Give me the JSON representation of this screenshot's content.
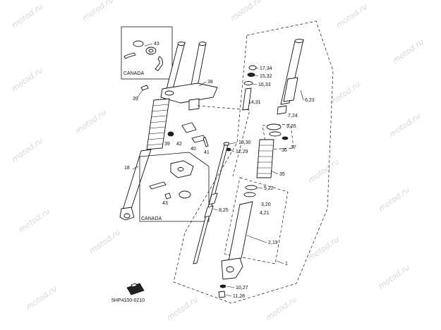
{
  "diagram": {
    "region_labels": {
      "canada_top": "CANADA",
      "canada_bottom": "CANADA"
    },
    "ref_code": "5HP4100-0210",
    "watermark": "motod.ru",
    "callouts": {
      "c1": "1",
      "c2": "2,19",
      "c3": "3,20",
      "c4": "4,21",
      "c5": "5,22",
      "c6": "6,23",
      "c7": "7,24",
      "c8": "8,25",
      "c9": "9,26",
      "c10": "10,27",
      "c11": "11,28",
      "c12": "12,29",
      "c13": "13,30",
      "c14": "14,31",
      "c15": "15,32",
      "c16": "16,33",
      "c17": "17,34",
      "c18": "18",
      "c35": "35",
      "c36": "36",
      "c37": "37",
      "c38": "38",
      "c39a": "39",
      "c39b": "39",
      "c40": "40",
      "c41": "41",
      "c42": "42",
      "c43a": "43",
      "c43b": "43"
    }
  }
}
